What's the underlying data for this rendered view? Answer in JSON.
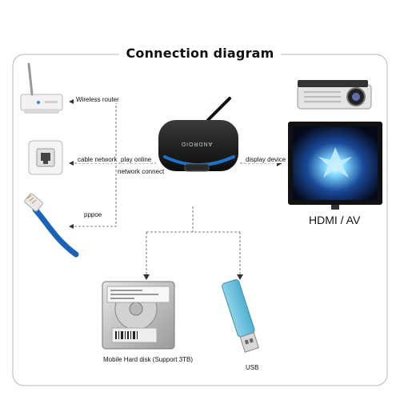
{
  "title": "Connection diagram",
  "labels": {
    "wireless_router": "Wireless router",
    "cable_network": "cable network",
    "play_online": "play online",
    "network_connect": "network connect",
    "pppoe": "pppoe",
    "display_device": "display device",
    "hdmi_av": "HDMI / AV",
    "hard_disk": "Mobile Hard disk (Support 3TB)",
    "usb": "USB"
  },
  "box_logo": "ANDROID",
  "colors": {
    "accent": "#1e73c8",
    "box": "#1a1a1a",
    "screen_glow": "#3ab0ff"
  }
}
